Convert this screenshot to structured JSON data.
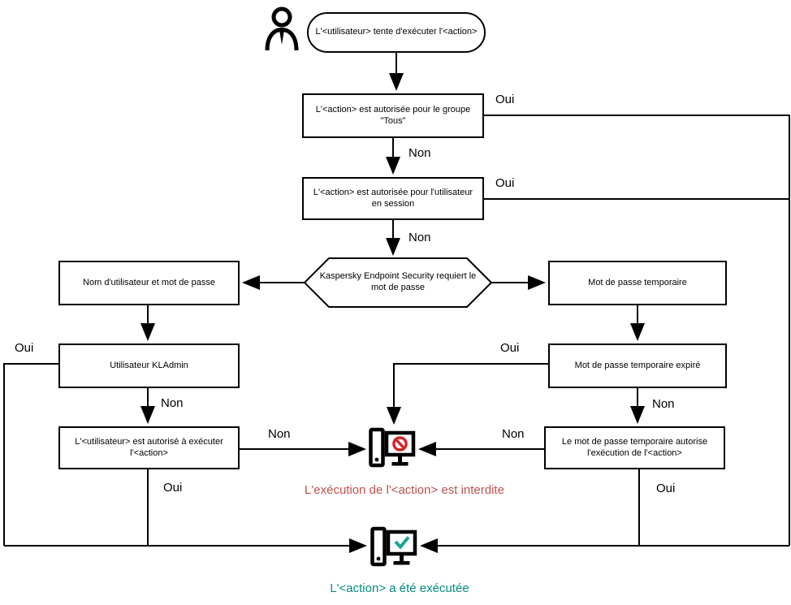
{
  "labels": {
    "oui": "Oui",
    "non": "Non"
  },
  "nodes": {
    "start": "L'<utilisateur> tente d'exécuter l'<action>",
    "group_allowed": "L'<action> est autorisée pour le groupe \"Tous\"",
    "session_allowed": "L'<action> est autorisée pour l'utilisateur en session",
    "requires_password": "Kaspersky Endpoint Security requiert le mot de passe",
    "username_password": "Nom d'utilisateur et mot de passe",
    "temp_password": "Mot de passe temporaire",
    "kladmin": "Utilisateur KLAdmin",
    "temp_expired": "Mot de passe temporaire expiré",
    "user_authorized": "L'<utilisateur> est autorisé à exécuter l'<action>",
    "temp_authorizes": "Le mot de passe temporaire autorise l'exécution de l'<action>"
  },
  "results": {
    "denied": "L'exécution de l'<action> est interdite",
    "allowed": "L'<action> a été exécutée"
  },
  "icons": {
    "actor": "user-icon",
    "denied": "computer-blocked-icon",
    "allowed": "computer-success-icon"
  },
  "colors": {
    "denied_text": "#C0504D",
    "allowed_text": "#008C82",
    "prohibition": "#D9222A",
    "check": "#1BA393",
    "line": "#000000"
  }
}
